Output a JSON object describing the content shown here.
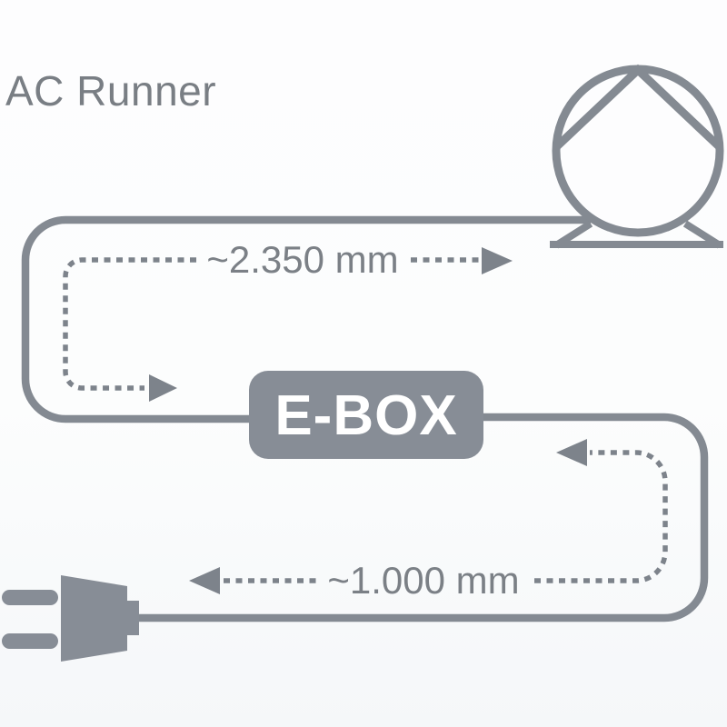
{
  "title": "AC Runner",
  "ebox": {
    "label": "E-BOX"
  },
  "measurements": {
    "pump_cable": {
      "label": "~2.350 mm"
    },
    "plug_cable": {
      "label": "~1.000 mm"
    }
  },
  "icons": {
    "pump": "pump-icon",
    "plug": "power-plug-icon",
    "arrow_right": "arrow-right-icon",
    "arrow_left": "arrow-left-icon"
  },
  "colors": {
    "line": "#848a92",
    "shape_fill": "#878d96",
    "dash": "#7d838b",
    "text": "#7b8086",
    "ebox_text": "#ffffff",
    "background": "#fcfdfe"
  }
}
